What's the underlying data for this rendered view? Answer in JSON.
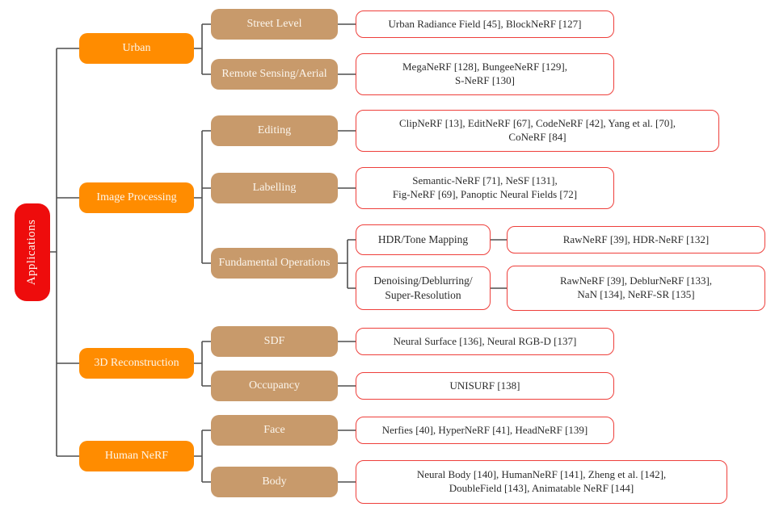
{
  "colors": {
    "root_bg": "#ee0c0c",
    "level1_bg": "#ff8c00",
    "level2_bg": "#c89a6b",
    "leaf_border": "#ee3f3b",
    "leaf_text": "#2b2b2b",
    "connector": "#4f4f4f"
  },
  "nodes": {
    "root": "Applications",
    "urban": "Urban",
    "image_processing": "Image Processing",
    "reconstruction_3d": "3D Reconstruction",
    "human_nerf": "Human NeRF",
    "street_level": "Street Level",
    "remote_sensing": "Remote Sensing/Aerial",
    "editing": "Editing",
    "labelling": "Labelling",
    "fundamental_ops": "Fundamental Operations",
    "sdf": "SDF",
    "occupancy": "Occupancy",
    "face": "Face",
    "body": "Body",
    "hdr_tone_mapping": "HDR/Tone Mapping",
    "denoising": "Denoising/Deblurring/\nSuper-Resolution"
  },
  "leaves": {
    "street_level": "Urban Radiance Field [45], BlockNeRF [127]",
    "remote_sensing": "MegaNeRF [128], BungeeNeRF [129],\nS-NeRF [130]",
    "editing": "ClipNeRF [13], EditNeRF [67], CodeNeRF [42], Yang et al. [70],\nCoNeRF [84]",
    "labelling": "Semantic-NeRF [71], NeSF [131],\nFig-NeRF [69], Panoptic Neural Fields [72]",
    "hdr_tone_mapping": "RawNeRF [39], HDR-NeRF [132]",
    "denoising": "RawNeRF [39], DeblurNeRF [133],\nNaN [134], NeRF-SR [135]",
    "sdf": "Neural Surface [136], Neural RGB-D [137]",
    "occupancy": "UNISURF [138]",
    "face": "Nerfies [40], HyperNeRF [41], HeadNeRF [139]",
    "body": "Neural Body [140], HumanNeRF [141], Zheng et al. [142],\nDoubleField [143], Animatable NeRF [144]"
  }
}
